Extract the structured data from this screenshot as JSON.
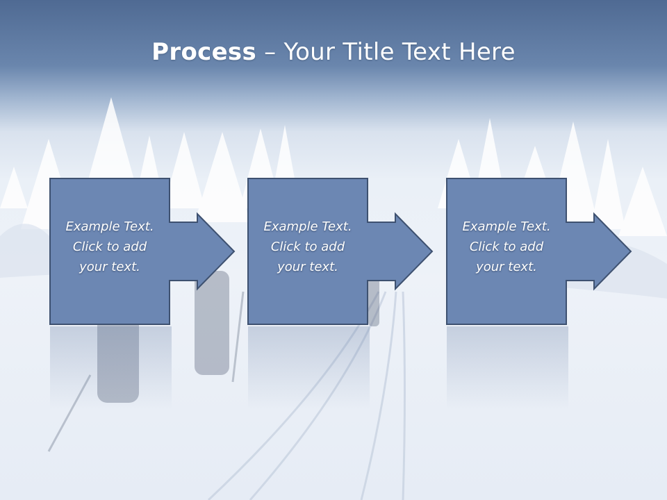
{
  "slide": {
    "title_bold": "Process",
    "title_rest": " – Your Title Text Here",
    "steps": [
      {
        "text": "Example Text.\nClick  to add\nyour text."
      },
      {
        "text": "Example Text.\nClick  to add\nyour text."
      },
      {
        "text": "Example Text.\nClick  to add\nyour text."
      }
    ]
  },
  "colors": {
    "header": "#4f6a93",
    "box_fill": "#6c87b3",
    "box_border": "#3e5170",
    "text": "#ffffff"
  },
  "icons": [
    "arrow-right-icon"
  ]
}
